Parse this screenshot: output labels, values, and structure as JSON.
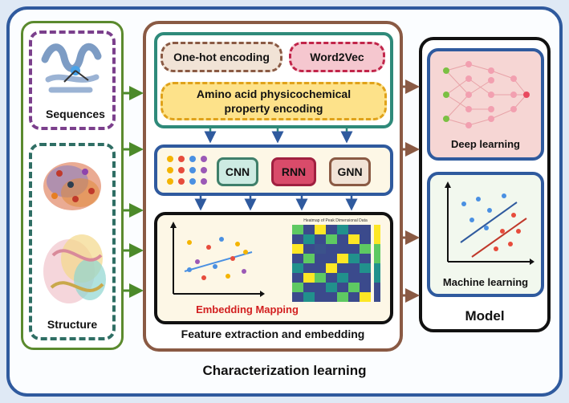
{
  "diagram": {
    "outer_title": "Characterization learning",
    "inputs": {
      "sequences_label": "Sequences",
      "structure_label": "Structure"
    },
    "encoding": {
      "one_hot": "One-hot encoding",
      "word2vec": "Word2Vec",
      "physchem": "Amino acid physicochemical property encoding"
    },
    "networks": {
      "cnn": "CNN",
      "rnn": "RNN",
      "gnn": "GNN"
    },
    "embedding": {
      "label": "Embedding Mapping",
      "heatmap_title": "Heatmap of Peak Dimensional Data"
    },
    "feature_title": "Feature extraction and embedding",
    "model": {
      "title": "Model",
      "deep": "Deep learning",
      "machine": "Machine learning"
    },
    "colors": {
      "outer_border": "#2f5a9e",
      "inputs_border": "#5b8a2e",
      "feature_border": "#8a5a44",
      "encoding_border": "#2f8a7a",
      "networks_border": "#2f5a9e",
      "arrow_green": "#4c8a2a",
      "arrow_brown": "#8a5a44",
      "arrow_blue": "#2f5a9e",
      "embedding_label": "#d21f1f"
    }
  }
}
